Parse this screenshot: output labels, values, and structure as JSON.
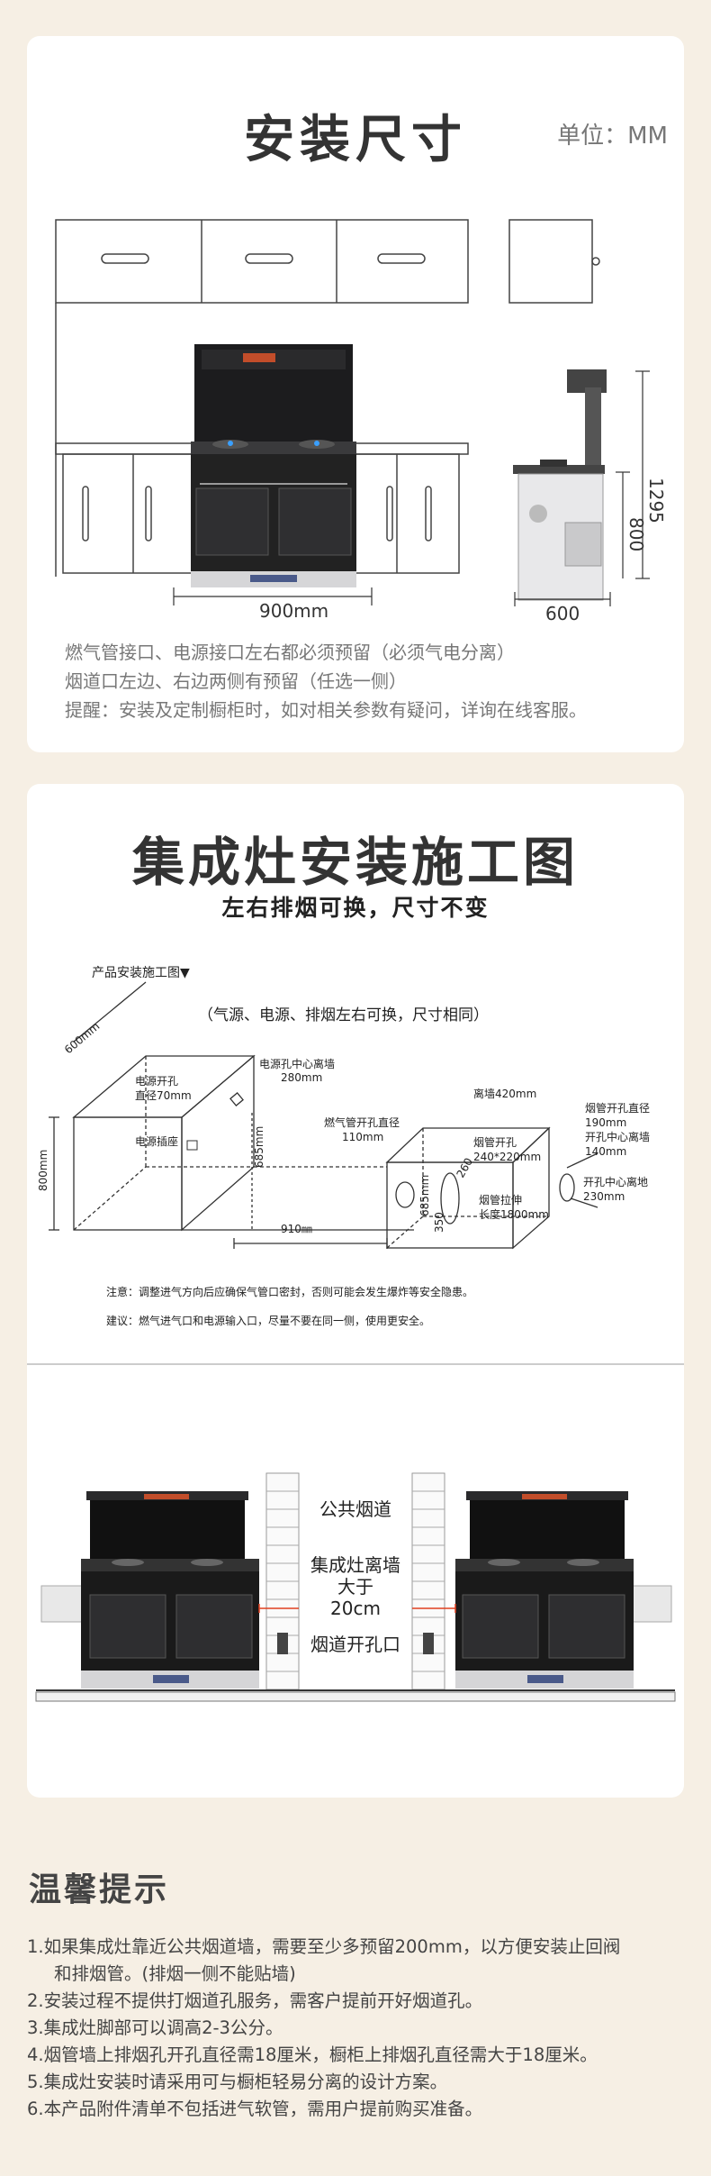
{
  "section1": {
    "title": "安装尺寸",
    "unit": "单位：MM",
    "dims": {
      "width": "900mm",
      "total_height": "1295",
      "counter_height": "800",
      "depth": "600"
    },
    "notes": [
      "燃气管接口、电源接口左右都必须预留（必须气电分离）",
      "烟道口左边、右边两侧有预留（任选一侧）",
      "提醒：安装及定制橱柜时，如对相关参数有疑问，详询在线客服。"
    ]
  },
  "section2": {
    "title": "集成灶安装施工图",
    "subtitle": "左右排烟可换，尺寸不变",
    "diagram_title": "产品安装施工图▼",
    "diagram_caption": "（气源、电源、排烟左右可换，尺寸相同）",
    "labels": {
      "d600": "600mm",
      "d800": "800mm",
      "power_hole": "电源开孔",
      "power_hole_dia": "直径70mm",
      "power_socket": "电源插座",
      "power_center": "电源孔中心离墙",
      "power_center_val": "280mm",
      "d685a": "685mm",
      "gas_hole": "燃气管开孔直径",
      "gas_hole_val": "110mm",
      "d685b": "685mm",
      "d260": "260",
      "d350": "350",
      "wall420": "离墙420mm",
      "pipe_hole": "烟管开孔",
      "pipe_hole_val": "240*220mm",
      "pipe_ext": "烟管拉伸",
      "pipe_ext_val": "长度1800mm",
      "smoke_dia": "烟管开孔直径",
      "smoke_dia_val": "190mm",
      "smoke_center": "开孔中心离墙",
      "smoke_center_val": "140mm",
      "smoke_ground": "开孔中心离地",
      "smoke_ground_val": "230mm",
      "d910": "910㎜"
    },
    "warning": "注意：调整进气方向后应确保气管口密封，否则可能会发生爆炸等安全隐患。",
    "advice": "建议：燃气进气口和电源输入口，尽量不要在同一侧，使用更安全。",
    "scene": {
      "flue": "公共烟道",
      "distance_l1": "集成灶离墙",
      "distance_l2": "大于",
      "distance_l3": "20cm",
      "opening": "烟道开孔口"
    }
  },
  "tips": {
    "title": "温馨提示",
    "items": [
      "1.如果集成灶靠近公共烟道墙，需要至少多预留200mm，以方便安装止回阀",
      "和排烟管。(排烟一侧不能贴墙)",
      "2.安装过程不提供打烟道孔服务，需客户提前开好烟道孔。",
      "3.集成灶脚部可以调高2-3公分。",
      "4.烟管墙上排烟孔开孔直径需18厘米，橱柜上排烟孔直径需大于18厘米。",
      "5.集成灶安装时请采用可与橱柜轻易分离的设计方案。",
      "6.本产品附件清单不包括进气软管，需用户提前购买准备。"
    ]
  },
  "colors": {
    "background": "#f6efe4",
    "card": "#ffffff",
    "accent_red": "#e0401f"
  }
}
